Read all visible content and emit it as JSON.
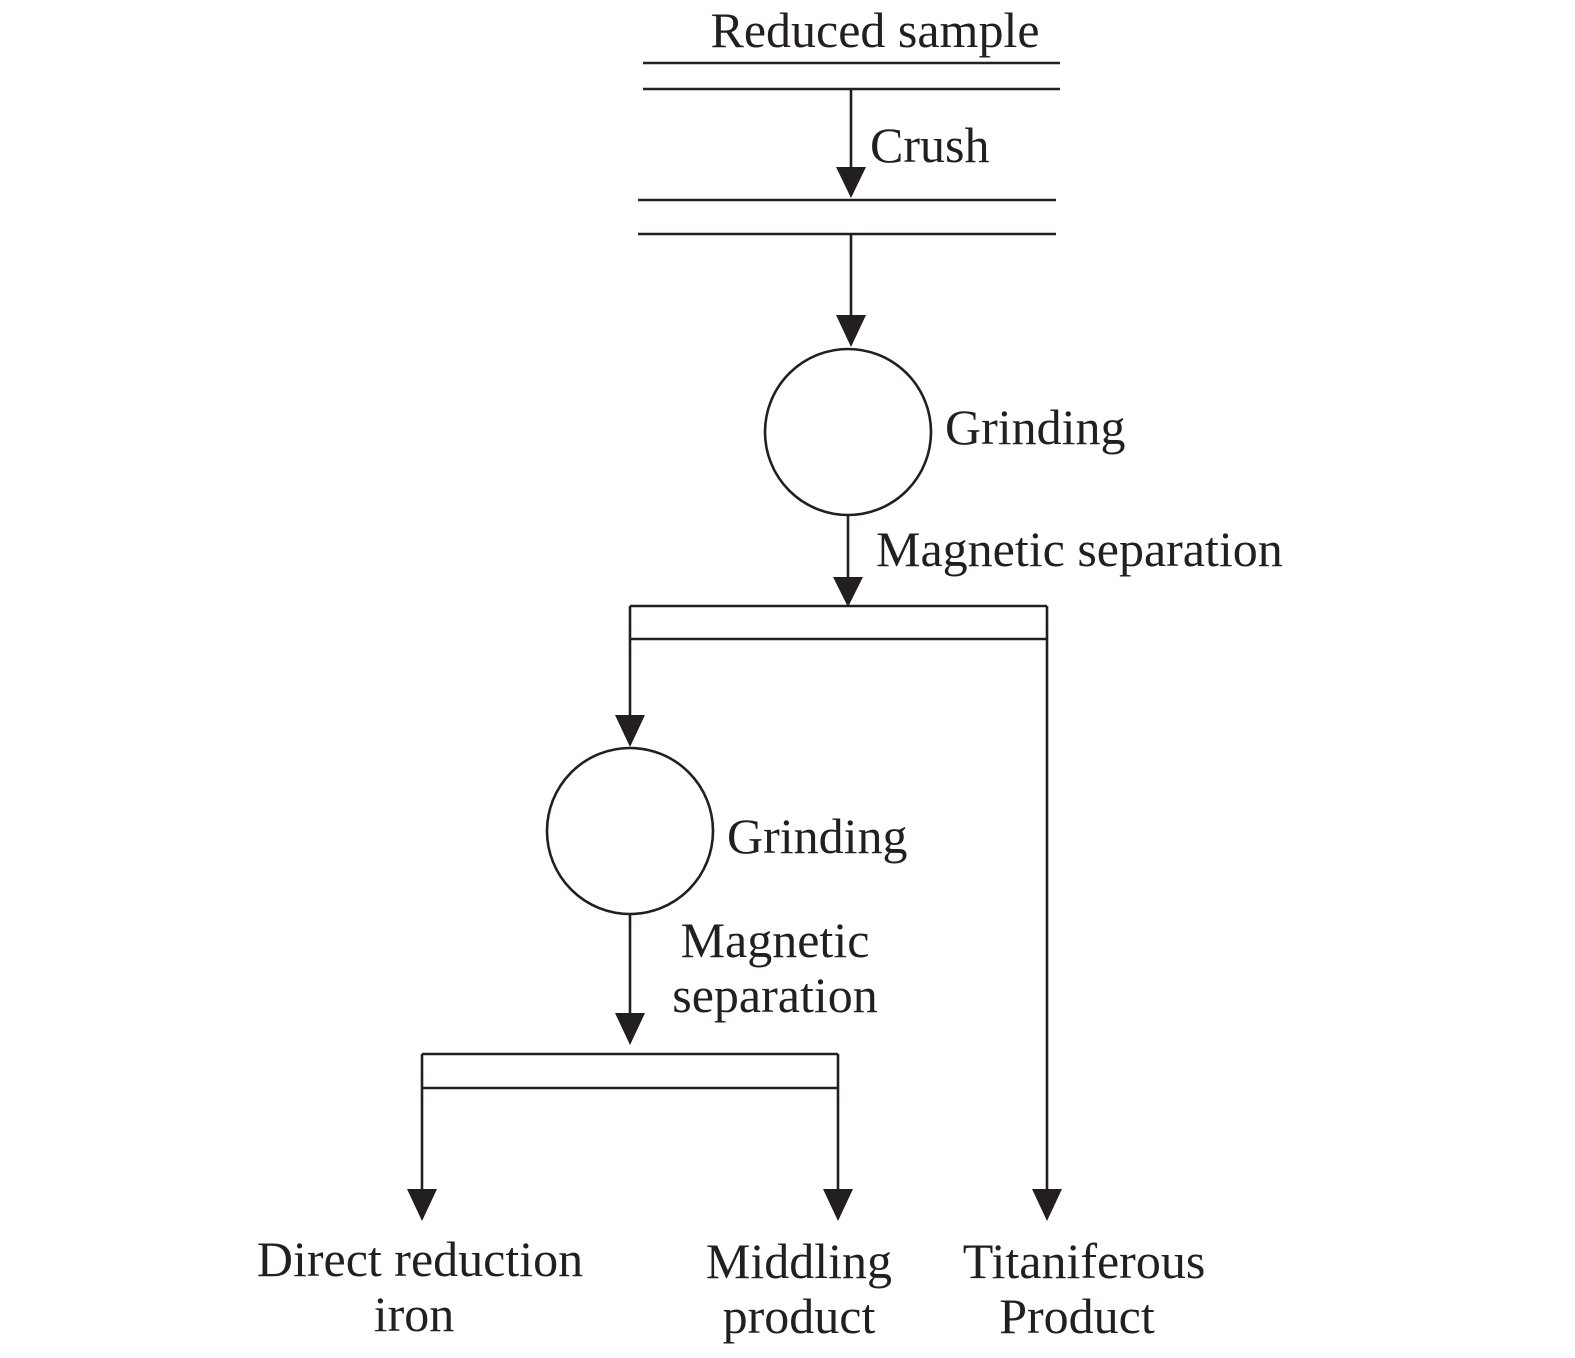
{
  "diagram": {
    "start": {
      "label": "Reduced sample"
    },
    "steps": {
      "crush": "Crush",
      "grinding_1": "Grinding",
      "separation_1": "Magnetic separation",
      "grinding_2": "Grinding",
      "separation_2": [
        "Magnetic",
        "separation"
      ]
    },
    "products": {
      "direct_reduction_iron": [
        "Direct reduction",
        "iron"
      ],
      "middling_product": [
        "Middling",
        "product"
      ],
      "titaniferous_product": [
        "Titaniferous",
        "Product"
      ]
    }
  }
}
